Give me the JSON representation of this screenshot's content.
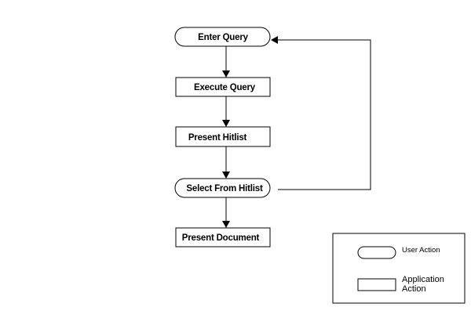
{
  "nodes": {
    "enter_query": {
      "label": "Enter Query",
      "kind": "user-action"
    },
    "execute_query": {
      "label": "Execute Query",
      "kind": "application-action"
    },
    "present_hitlist": {
      "label": "Present Hitlist",
      "kind": "application-action"
    },
    "select_from_hitlist": {
      "label": "Select From Hitlist",
      "kind": "user-action"
    },
    "present_document": {
      "label": "Present Document",
      "kind": "application-action"
    }
  },
  "edges": [
    {
      "from": "enter_query",
      "to": "execute_query"
    },
    {
      "from": "execute_query",
      "to": "present_hitlist"
    },
    {
      "from": "present_hitlist",
      "to": "select_from_hitlist"
    },
    {
      "from": "select_from_hitlist",
      "to": "present_document"
    },
    {
      "from": "select_from_hitlist",
      "to": "enter_query"
    }
  ],
  "legend": {
    "user_action": "User Action",
    "application_action_line1": "Application",
    "application_action_line2": "Action"
  },
  "colors": {
    "stroke": "#000000",
    "fill": "#ffffff"
  }
}
